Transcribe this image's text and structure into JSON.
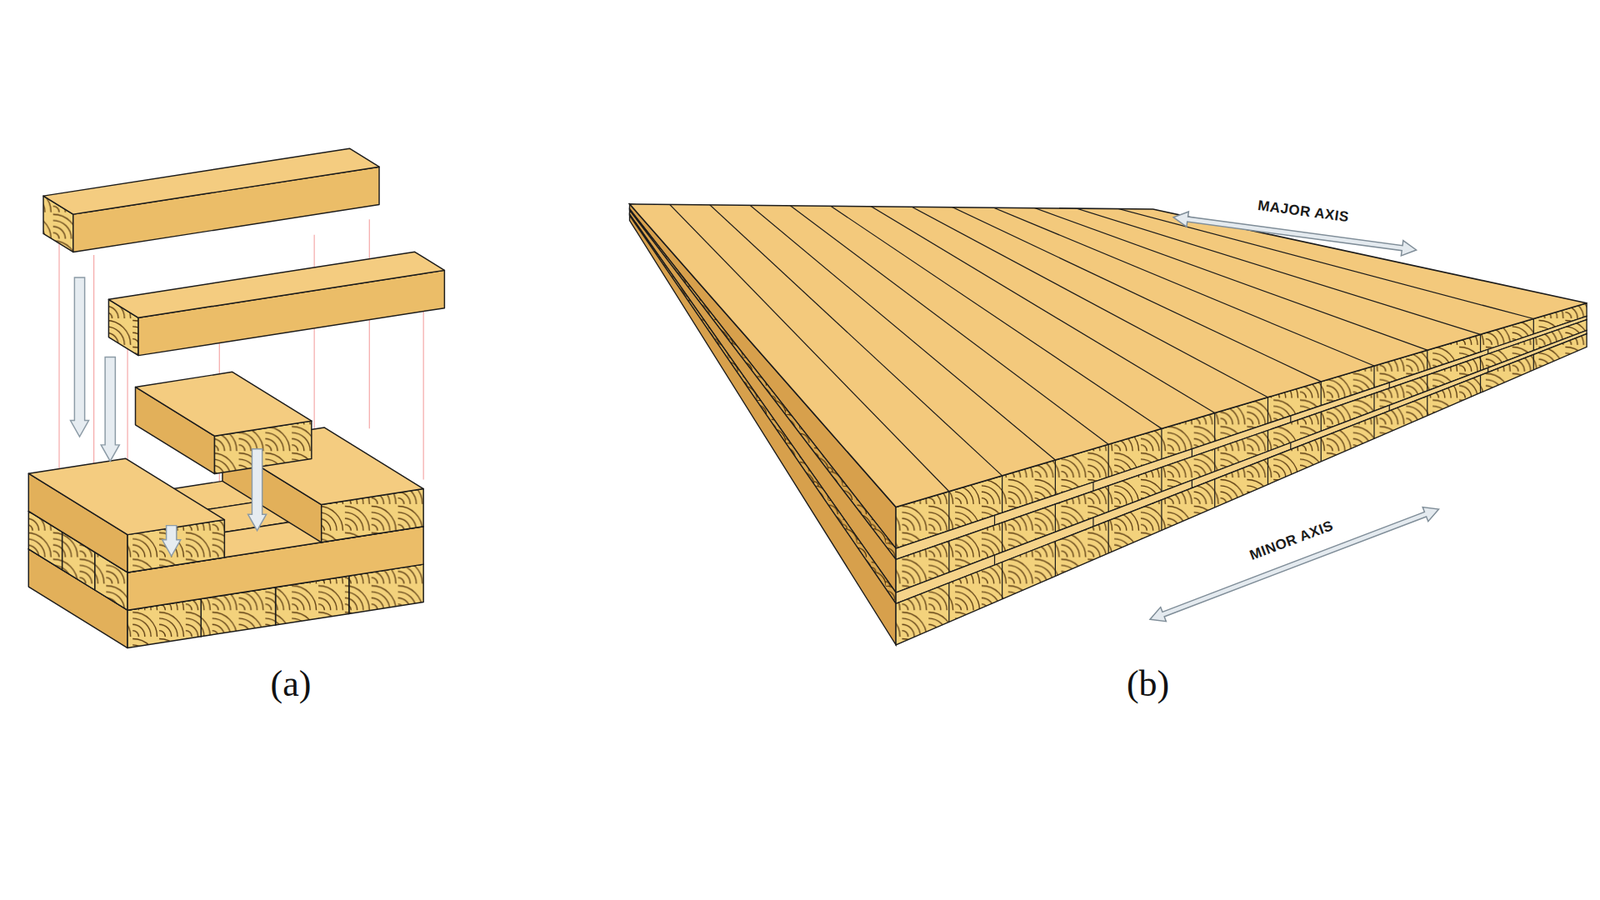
{
  "diagram": {
    "labels": [
      "(a)",
      "(b)",
      "MAJOR AXIS",
      "MINOR AXIS"
    ]
  }
}
